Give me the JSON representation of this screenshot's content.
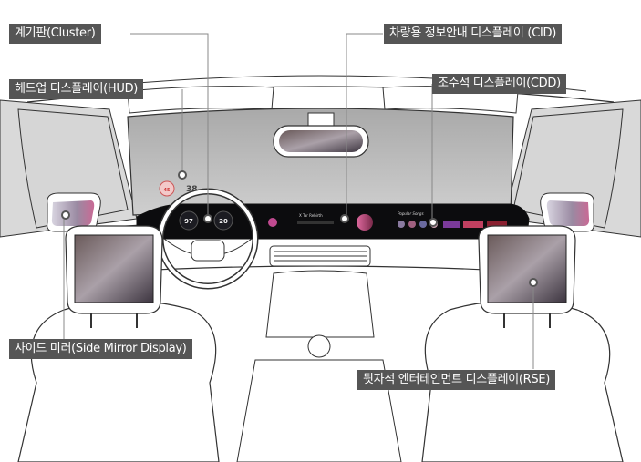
{
  "labels": {
    "cluster": "계기판(Cluster)",
    "cid": "차량용 정보안내 디스플레이 (CID)",
    "hud": "헤드업 디스플레이(HUD)",
    "cdd": "조수석 디스플레이(CDD)",
    "side_mirror": "사이드 미러(Side Mirror Display)",
    "rse": "뒷자석 엔터테인먼트 디스플레이(RSE)"
  },
  "screens": {
    "hud_speed_limit": "45",
    "hud_speed": "38",
    "cluster_left": "97",
    "cluster_right": "20",
    "cid_title": "X Tar Rebirth",
    "cdd_title": "Popular Songs"
  },
  "colors": {
    "label_bg": "#555555",
    "line": "#888888",
    "dashboard": "#0c0c0e",
    "accent_pink": "#d0508a"
  }
}
